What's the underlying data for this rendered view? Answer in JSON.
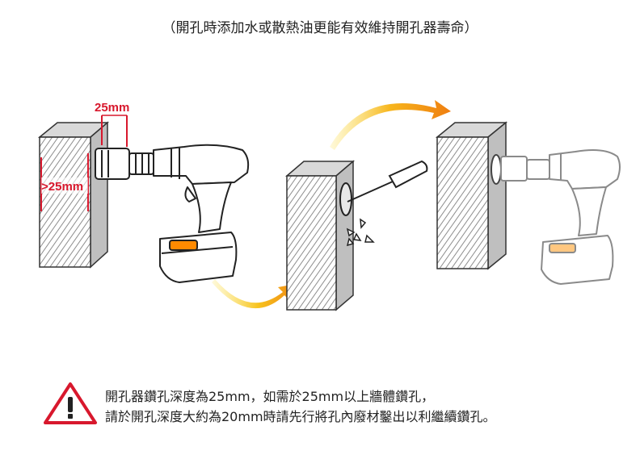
{
  "caption": "（開孔時添加水或散熱油更能有效維持開孔器壽命）",
  "labels": {
    "cut_depth": "25mm",
    "wall_thickness": ">25mm"
  },
  "warning": {
    "icon": "warning-triangle-icon",
    "line1": "開孔器鑽孔深度為25mm，如需於25mm以上牆體鑽孔，",
    "line2": "請於開孔深度大約為20mm時請先行將孔內廢材鑿出以利繼續鑽孔。"
  },
  "colors": {
    "accent_red": "#d8182d",
    "arrow_orange": "#f29a1a",
    "arrow_yellow": "#f6d21f",
    "hatch": "#888888"
  }
}
